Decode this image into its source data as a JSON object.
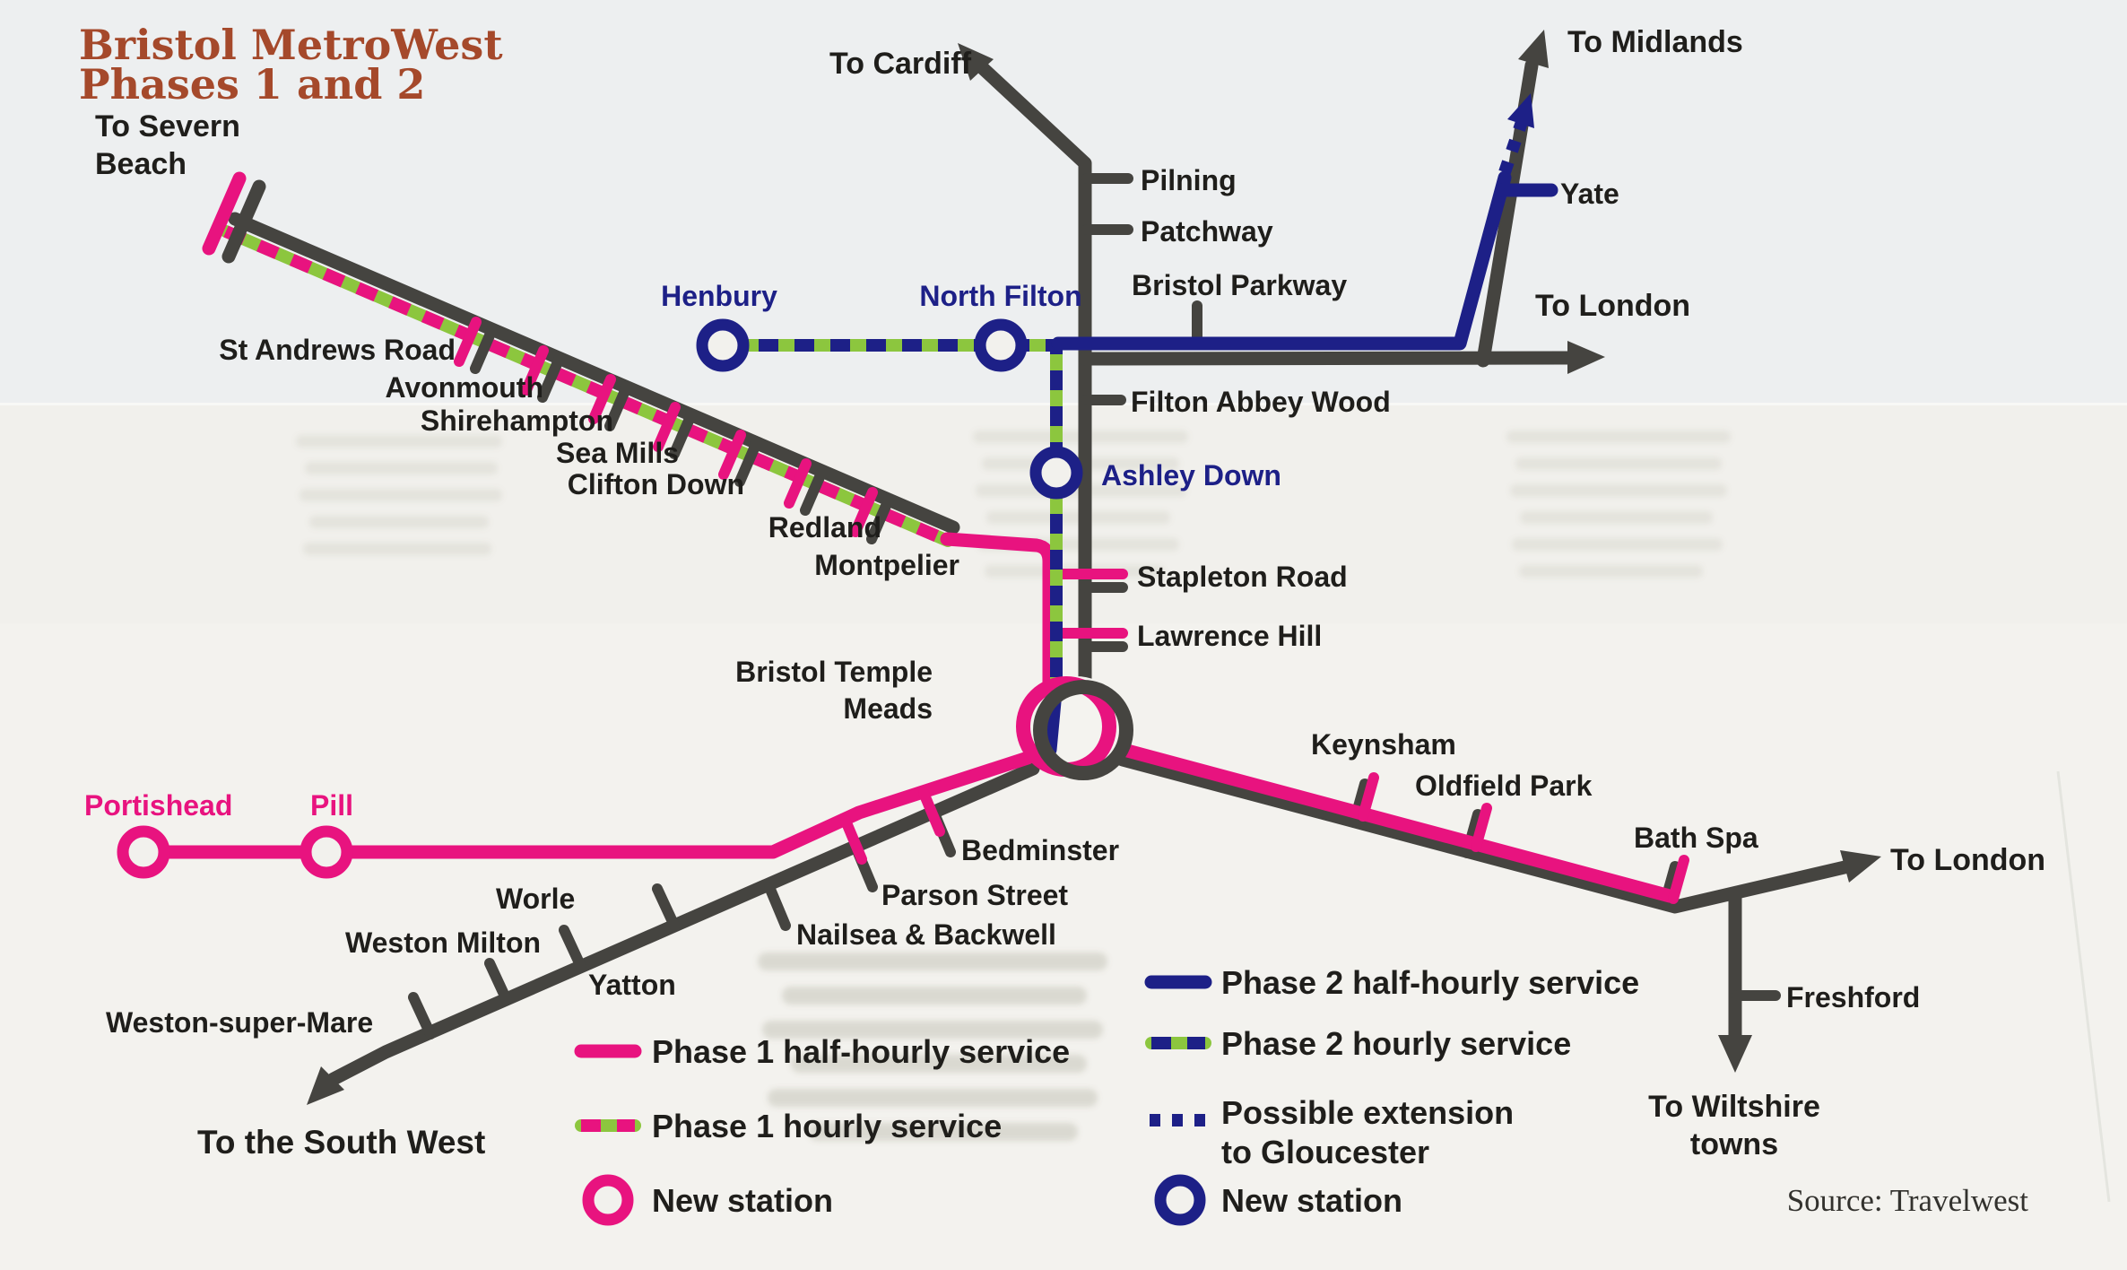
{
  "colors": {
    "phase1-pink": "#e8137f",
    "phase2-navy": "#1d2087",
    "hourly-green": "#8cc63e",
    "rail-grey": "#454440",
    "title-brown": "#a5492b",
    "label-black": "#1f1e1b",
    "paper": "#f2f1ed"
  },
  "title": {
    "line1": "Bristol MetroWest",
    "line2": "Phases 1 and 2"
  },
  "endpoints": {
    "cardiff": "To Cardiff",
    "midlands": "To Midlands",
    "london_top": "To London",
    "severn_line1": "To Severn",
    "severn_line2": "Beach",
    "london_bath": "To London",
    "wiltshire_line1": "To Wiltshire",
    "wiltshire_line2": "towns",
    "south_west": "To the South West"
  },
  "stations": {
    "pilning": "Pilning",
    "patchway": "Patchway",
    "bristol_parkway": "Bristol Parkway",
    "yate": "Yate",
    "filton_abbey_wood": "Filton Abbey Wood",
    "henbury": "Henbury",
    "north_filton": "North Filton",
    "ashley_down": "Ashley Down",
    "stapleton_road": "Stapleton Road",
    "lawrence_hill": "Lawrence Hill",
    "temple_meads_line1": "Bristol Temple",
    "temple_meads_line2": "Meads",
    "st_andrews_road": "St Andrews Road",
    "avonmouth": "Avonmouth",
    "shirehampton": "Shirehampton",
    "sea_mills": "Sea Mills",
    "clifton_down": "Clifton Down",
    "redland": "Redland",
    "montpelier": "Montpelier",
    "portishead": "Portishead",
    "pill": "Pill",
    "bedminster": "Bedminster",
    "parson_street": "Parson Street",
    "nailsea_backwell": "Nailsea & Backwell",
    "yatton": "Yatton",
    "worle": "Worle",
    "weston_milton": "Weston Milton",
    "weston_super_mare": "Weston-super-Mare",
    "keynsham": "Keynsham",
    "oldfield_park": "Oldfield Park",
    "bath_spa": "Bath Spa",
    "freshford": "Freshford"
  },
  "legend": {
    "phase1_half": "Phase 1 half-hourly service",
    "phase1_hourly": "Phase 1 hourly service",
    "new_station_phase1": "New station",
    "phase2_half": "Phase 2 half-hourly service",
    "phase2_hourly": "Phase 2 hourly service",
    "possible_ext_line1": "Possible extension",
    "possible_ext_line2": "to Gloucester",
    "new_station_phase2": "New station"
  },
  "source": "Source: Travelwest"
}
